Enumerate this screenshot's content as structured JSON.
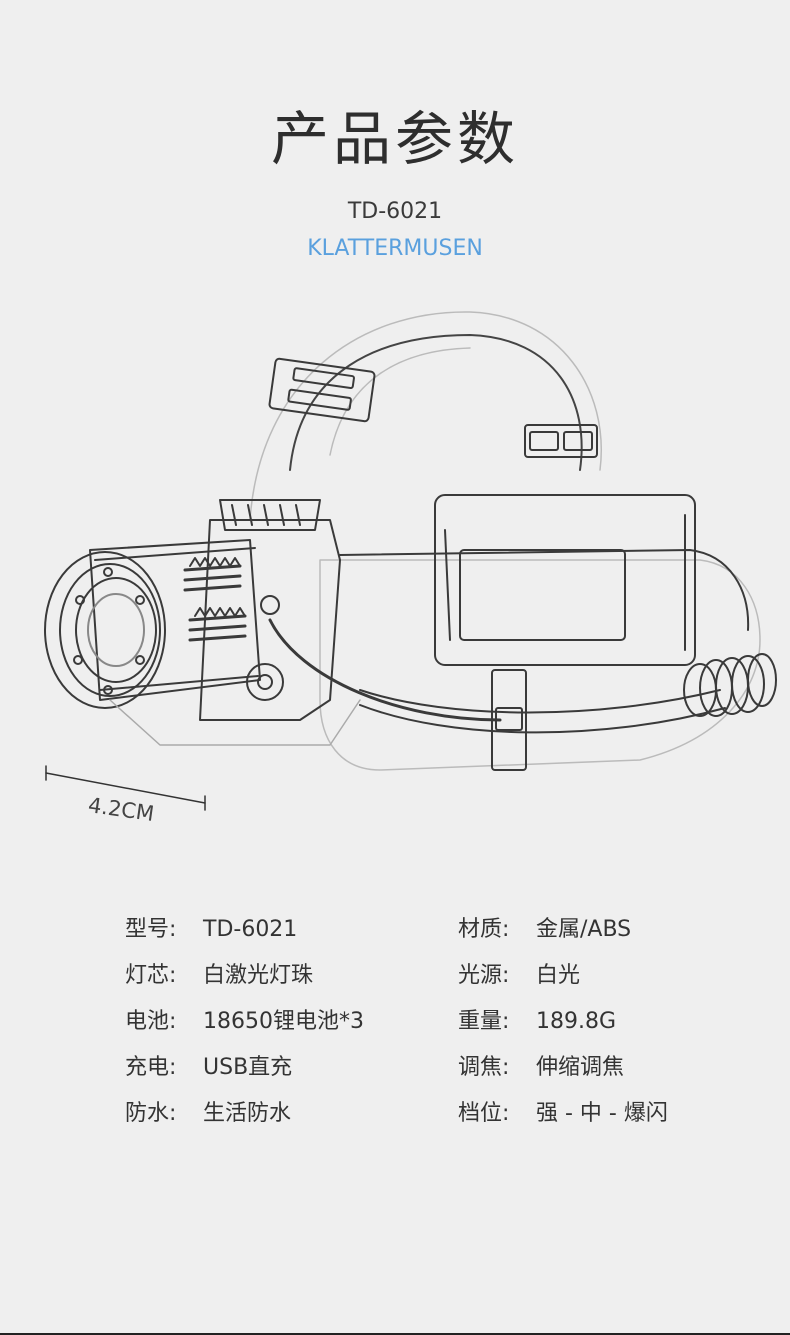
{
  "header": {
    "title": "产品参数",
    "model": "TD-6021",
    "brand": "KLATTERMUSEN"
  },
  "illustration": {
    "dimension_label": "4.2CM",
    "accent_color": "#5aa0de"
  },
  "specs": {
    "left": [
      {
        "key": "型号:",
        "value": "TD-6021"
      },
      {
        "key": "灯芯:",
        "value": "白激光灯珠"
      },
      {
        "key": "电池:",
        "value": "18650锂电池*3"
      },
      {
        "key": "充电:",
        "value": "USB直充"
      },
      {
        "key": "防水:",
        "value": "生活防水"
      }
    ],
    "right": [
      {
        "key": "材质:",
        "value": "金属/ABS"
      },
      {
        "key": "光源:",
        "value": "白光"
      },
      {
        "key": "重量:",
        "value": "189.8G"
      },
      {
        "key": "调焦:",
        "value": "伸缩调焦"
      },
      {
        "key": "档位:",
        "value": "强 - 中 - 爆闪"
      }
    ]
  }
}
